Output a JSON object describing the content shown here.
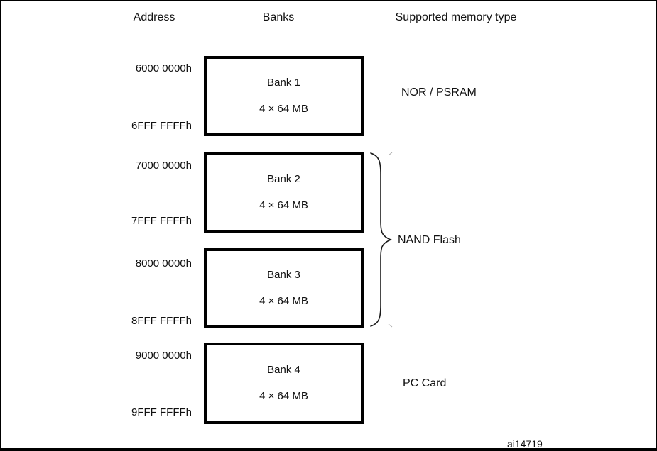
{
  "figure": {
    "headers": {
      "address": "Address",
      "banks": "Banks",
      "memory_type": "Supported memory type"
    },
    "banks": [
      {
        "name": "Bank 1",
        "size": "4 × 64 MB",
        "addr_start": "6000 0000h",
        "addr_end": "6FFF FFFFh"
      },
      {
        "name": "Bank 2",
        "size": "4 × 64 MB",
        "addr_start": "7000 0000h",
        "addr_end": "7FFF FFFFh"
      },
      {
        "name": "Bank 3",
        "size": "4 × 64 MB",
        "addr_start": "8000 0000h",
        "addr_end": "8FFF FFFFh"
      },
      {
        "name": "Bank 4",
        "size": "4 × 64 MB",
        "addr_start": "9000 0000h",
        "addr_end": "9FFF FFFFh"
      }
    ],
    "memory_types": {
      "bank1": "NOR / PSRAM",
      "bank23": "NAND Flash",
      "bank4": "PC Card"
    },
    "figure_id": "ai14719",
    "colors": {
      "line": "#000000",
      "text": "#111111",
      "background": "#ffffff"
    }
  }
}
